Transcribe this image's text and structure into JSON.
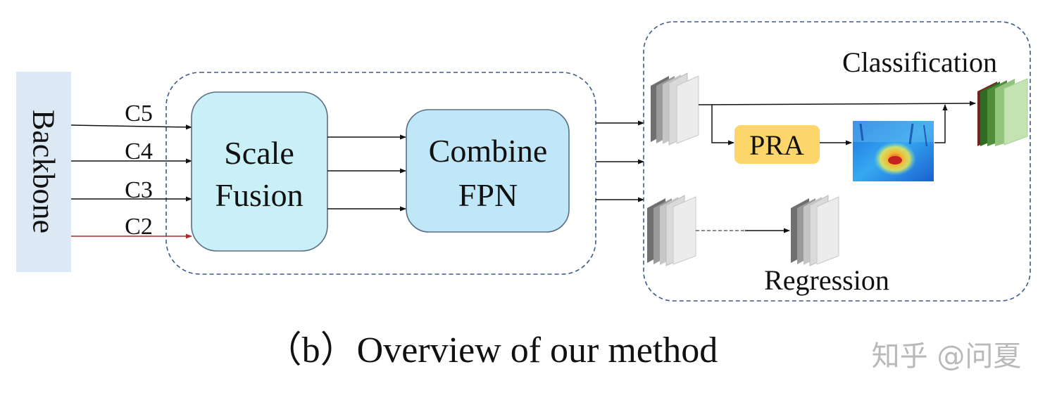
{
  "diagram": {
    "backbone_label": "Backbone",
    "inputs": [
      {
        "label": "C5"
      },
      {
        "label": "C4"
      },
      {
        "label": "C3"
      },
      {
        "label": "C2"
      }
    ],
    "scale_fusion": {
      "line1": "Scale",
      "line2": "Fusion"
    },
    "combine_fpn": {
      "line1": "Combine",
      "line2": "FPN"
    },
    "pra_label": "PRA",
    "classification_label": "Classification",
    "regression_label": "Regression",
    "caption": "（b）Overview of our method",
    "watermark": "知乎 @问夏",
    "colors": {
      "backbone_fill": "#dce9f5",
      "scale_fusion_fill": "#c8f0f6",
      "combine_fpn_fill": "#bfe7f7",
      "box_stroke": "#5a6e86",
      "dashed_border": "#3d5a8a",
      "pra_fill": "#fcd66a",
      "c2_arrow": "#b02a2a",
      "watermark": "#b9b9b9"
    }
  }
}
